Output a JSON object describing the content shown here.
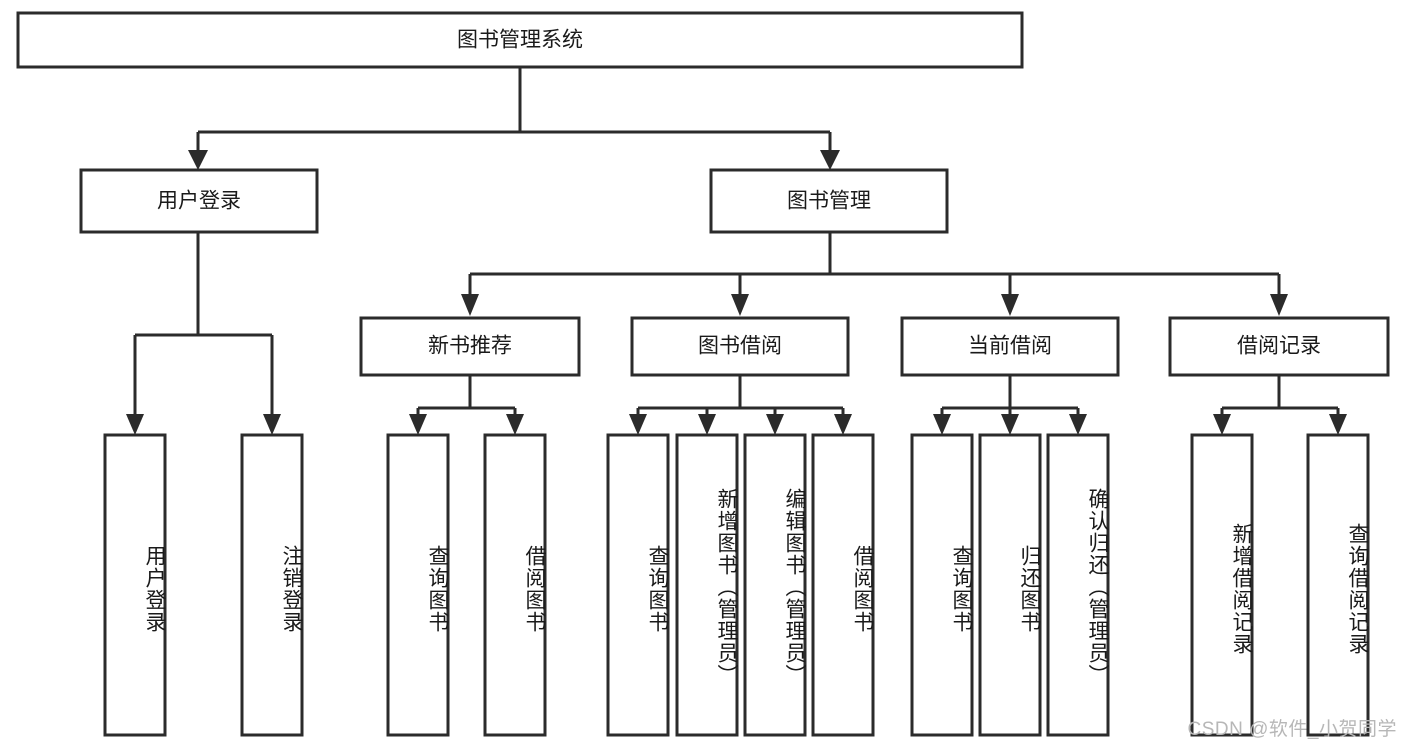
{
  "diagram": {
    "title": "图书管理系统",
    "type": "tree-hierarchy",
    "orientation": "top-down",
    "levels": 4
  },
  "root": {
    "label": "图书管理系统"
  },
  "level2": [
    {
      "id": "user-login",
      "label": "用户登录"
    },
    {
      "id": "book-manage",
      "label": "图书管理"
    }
  ],
  "level3": [
    {
      "id": "new-book-recommend",
      "label": "新书推荐"
    },
    {
      "id": "book-borrow",
      "label": "图书借阅"
    },
    {
      "id": "current-borrow",
      "label": "当前借阅"
    },
    {
      "id": "borrow-record",
      "label": "借阅记录"
    }
  ],
  "leaves": {
    "user_login": [
      {
        "id": "leaf-user-login",
        "label": "用户登录"
      },
      {
        "id": "leaf-logout",
        "label": "注销登录"
      }
    ],
    "new_book_recommend": [
      {
        "id": "leaf-query-book-1",
        "label": "查询图书"
      },
      {
        "id": "leaf-borrow-book-1",
        "label": "借阅图书"
      }
    ],
    "book_borrow": [
      {
        "id": "leaf-query-book-2",
        "label": "查询图书"
      },
      {
        "id": "leaf-add-book",
        "label": "新增图书（管理员）"
      },
      {
        "id": "leaf-edit-book",
        "label": "编辑图书（管理员）"
      },
      {
        "id": "leaf-borrow-book-2",
        "label": "借阅图书"
      }
    ],
    "current_borrow": [
      {
        "id": "leaf-query-book-3",
        "label": "查询图书"
      },
      {
        "id": "leaf-return-book",
        "label": "归还图书"
      },
      {
        "id": "leaf-confirm-return",
        "label": "确认归还（管理员）"
      }
    ],
    "borrow_record": [
      {
        "id": "leaf-add-record",
        "label": "新增借阅记录"
      },
      {
        "id": "leaf-query-record",
        "label": "查询借阅记录"
      }
    ]
  },
  "watermark": {
    "text": "CSDN @软件_小贺同学"
  },
  "colors": {
    "stroke": "#2b2b2b",
    "fill": "#ffffff",
    "text": "#1a1a1a",
    "watermark": "#b7b7b7"
  }
}
